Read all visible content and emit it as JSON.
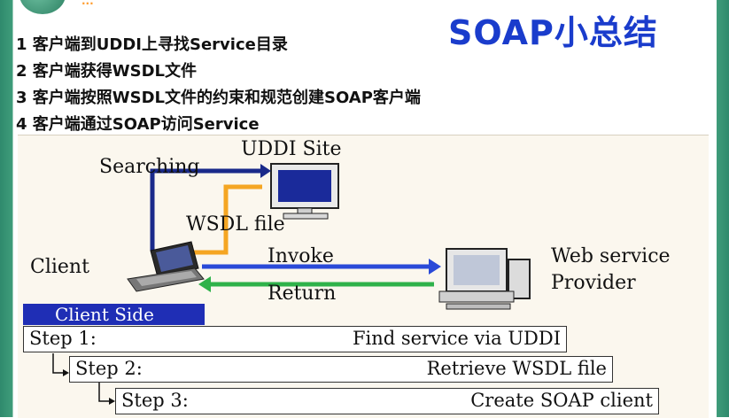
{
  "slide": {
    "title": "SOAP小总结",
    "logo_text": "..."
  },
  "bullets": [
    "1 客户端到UDDI上寻找Service目录",
    "2 客户端获得WSDL文件",
    "3 客户端按照WSDL文件的约束和规范创建SOAP客户端",
    "4 客户端通过SOAP访问Service"
  ],
  "diagram": {
    "labels": {
      "uddi_site": "UDDI Site",
      "searching": "Searching",
      "wsdl_file": "WSDL file",
      "client": "Client",
      "invoke": "Invoke",
      "return": "Return",
      "web_service": "Web service",
      "provider": "Provider"
    },
    "client_side": "Client Side",
    "steps": [
      {
        "step": "Step 1:",
        "action": "Find service via UDDI"
      },
      {
        "step": "Step 2:",
        "action": "Retrieve WSDL file"
      },
      {
        "step": "Step 3:",
        "action": "Create SOAP client"
      }
    ],
    "colors": {
      "search_arrow": "#1a2a8a",
      "wsdl_arrow": "#f5a623",
      "invoke_arrow": "#2a4ad8",
      "return_arrow": "#2fb24a",
      "client_side_bg": "#1f2eb5",
      "title": "#1a3ccc"
    }
  }
}
